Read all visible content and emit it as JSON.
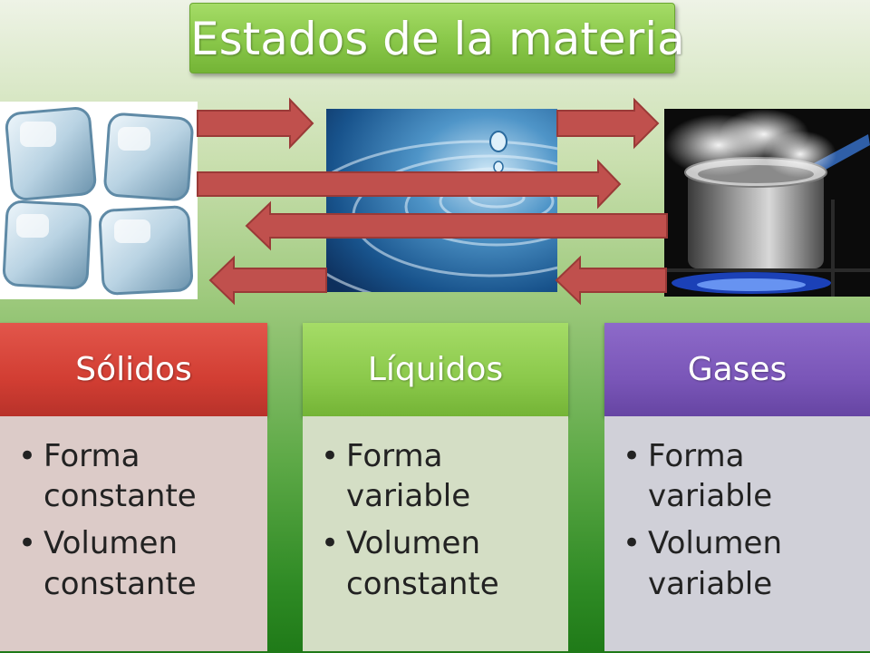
{
  "title": "Estados de la materia",
  "images": [
    {
      "name": "ice-cubes",
      "subject": "hielo"
    },
    {
      "name": "water-drop",
      "subject": "agua"
    },
    {
      "name": "boiling-pot",
      "subject": "vapor"
    }
  ],
  "colors": {
    "title_bg": "#8bc94b",
    "arrow_fill": "#c0504d",
    "solidos_head": "#d23e33",
    "solidos_body": "#dccbc8",
    "liquidos_head": "#8bc94b",
    "liquidos_body": "#d4dec5",
    "gases_head": "#7a56b8",
    "gases_body": "#d0d0d8"
  },
  "cards": [
    {
      "key": "solidos",
      "heading": "Sólidos",
      "items": [
        "Forma constante",
        "Volumen constante"
      ]
    },
    {
      "key": "liquidos",
      "heading": "Líquidos",
      "items": [
        "Forma variable",
        "Volumen constante"
      ]
    },
    {
      "key": "gases",
      "heading": "Gases",
      "items": [
        "Forma variable",
        "Volumen variable"
      ]
    }
  ]
}
